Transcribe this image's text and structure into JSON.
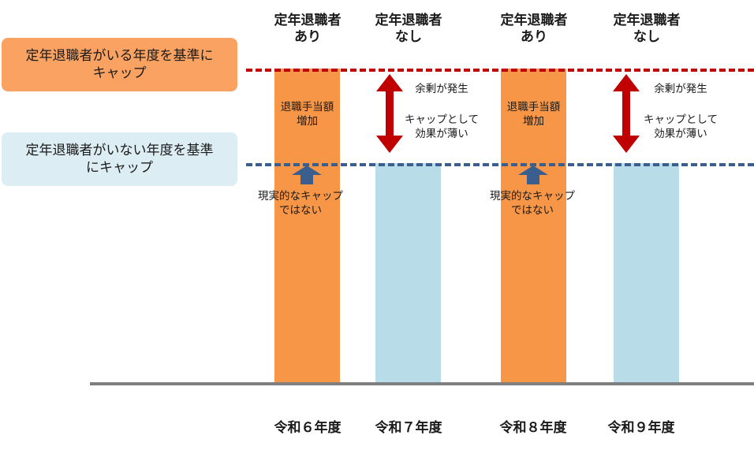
{
  "labels": {
    "with_retirees": "定年退職者がいる年度を基準に\nキャップ",
    "without_retirees": "定年退職者がいない年度を基準\nにキャップ"
  },
  "columns": [
    {
      "header": "定年退職者\nあり",
      "year": "令和６年度"
    },
    {
      "header": "定年退職者\nなし",
      "year": "令和７年度"
    },
    {
      "header": "定年退職者\nあり",
      "year": "令和８年度"
    },
    {
      "header": "定年退職者\nなし",
      "year": "令和９年度"
    }
  ],
  "notes": {
    "allowance_increase": "退職手当額\n増加",
    "not_realistic": "現実的なキャップ\nではない",
    "surplus": "余剰が発生",
    "weak_effect": "キャップとして\n効果が薄い"
  },
  "colors": {
    "orange_bar": "#f79646",
    "blue_bar": "#b9dde8",
    "red_line": "#c00000",
    "blue_line": "#3a5f8f",
    "arrow_red": "#c00000",
    "arrow_blue": "#3a5f8f"
  }
}
